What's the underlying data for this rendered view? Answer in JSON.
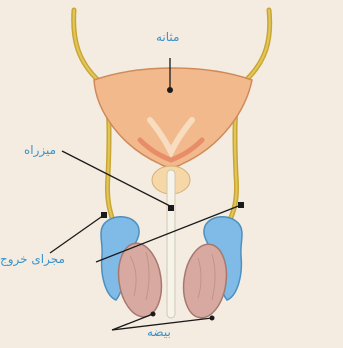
{
  "labels": {
    "bladder": "مثانه",
    "urethra": "میزراه",
    "vas_deferens": "مجرای خروج",
    "testis": "بیضه"
  },
  "colors": {
    "background": "#f4ece0",
    "label_text": "#3a93cc",
    "duct": "#c9a634",
    "bladder": "#f1b98c",
    "epididymis": "#7fbbe6",
    "testis": "#d7a9a0",
    "urethra": "#f6f3e8",
    "pointer_line": "#1a1a1a"
  }
}
